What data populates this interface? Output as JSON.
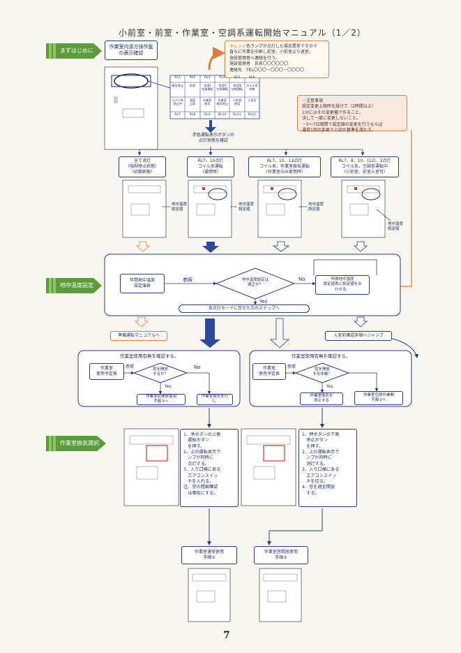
{
  "title": "小前室・前室・作業室・空調系運転開始マニュアル（1／2）",
  "tags": {
    "intro": "まずはじめに",
    "temp": "地中温度設定",
    "fan": "作業室換気選択"
  },
  "intro": {
    "check_box": "作業室内遠方操作盤\nの表示確認",
    "note": {
      "line1_orange": "オレンジ",
      "line1_rest": "色ランプが点灯した場合異常ですので",
      "line2": "直ちに作業を中断し前室、小前室より退室。",
      "line3": "施設管理者へ連絡を行う。",
      "line4": "施設管理者　氏名〇〇〇〇〇〇",
      "line5": "連絡先　TEL〇〇〇－〇〇〇－〇〇〇〇"
    },
    "panel_cells_top": [
      "RL1",
      "RL2",
      "RL3",
      "RL4",
      "RL5",
      "RL6"
    ],
    "panel_cells_mid1": [
      "換気停止",
      "前室",
      "前室Ⅰ\n空調運転",
      "前室Ⅱ\n空調運転",
      "前室Ⅲ\n空調運転",
      "コイル系\n作動"
    ],
    "panel_cells_mid2": [
      "コイル系\n停止中",
      "温度\n上昇",
      "作業室\n換気",
      "作業室\n換気停止",
      "小前室\n使用",
      "人室可"
    ],
    "panel_cells_bot": [
      "RL7",
      "RL8",
      "RL9",
      "RL10",
      "RL11",
      "RL12"
    ],
    "confirm_text": "赤色運転表示ボタンの\n点灯状態を確認",
    "confirm_red": "赤色"
  },
  "caution": {
    "line1": "・注意事項",
    "line2": "設定変更上限時を設けて（2時間以上）",
    "line3": "1分にはその変更幅で作ること。",
    "line4": "決して一度に変更しないこと。",
    "line5": "・5～7日期間で設定値の変更を行うならば",
    "line6": "通常1回の変更で上記の基準を満たす。"
  },
  "states": [
    "全て消灯\n（強制停止状態）\n（初期状態）",
    "RL7、10点灯\nコイル系運転\n（通常時）",
    "RL7、10、12点灯\nコイル系、作業室換気運転\n（作業室のみ使用時）",
    "RL7、8、10、(12)、3点灯\nコイル系、空調系運転中\n（小前室、前室入室可）"
  ],
  "ground_temp_label": "地中温度\n設定値",
  "temp_flow": {
    "left_box": "年間地中温度\n設定値表",
    "ref": "参照",
    "diamond": "地中温度設定は\n適正か？",
    "no": "No",
    "right_box": "年間地中温度\n設定値表に設定値を合\nわせる。",
    "yes": "Yes",
    "next": "各点灯モードに合せた次のステップへ"
  },
  "jumps": {
    "left": "準備運転マニュアルへ",
    "right": "入室前確認手順へジャンプ"
  },
  "left_flow": {
    "header": "作業室使用有無を確認する。",
    "schedule": "作業室\n使用予定表",
    "ref": "参照",
    "diamond": "窓を開放\nするか？",
    "no": "No",
    "yes": "Yes",
    "box_a": "作業室窓開放使用\n手順③へ",
    "box_b": "作業室換気を行\nう。"
  },
  "right_flow": {
    "header": "作業室使用有無を確認する。",
    "schedule": "作業室\n使用予定表",
    "ref": "参照",
    "diamond": "窓を開放\nする作業？",
    "yes": "Yes",
    "box_a": "作業室換気を\n停止する",
    "box_b": "作業室空調作業開\n手順②へ"
  },
  "left_steps": "1．浄ボタンの上側\n　運転ボタン\n　を押す。\n2．上の運転表示ラ\n　ンプが同時に\n　点灯する。\n3．入り口横にある\n　エアコンスイッ\n　チを入れる。\n注．窓の閉鎖確認\n　は事前にする。",
  "right_steps": "1．押ボタンの下側\n　停止ボタン\n　を押す。\n2．上の運転表示ラ\n　ンプが同時に\n　消灯する。\n3．入り口横にある\n　エアコンスイッ\n　チを切る。\n4．窓を適宜開放\n　する。",
  "bottom": {
    "left": "作業室通常使用\n手順②",
    "right": "作業室窓開放使用\n手順③"
  },
  "page_number": "7",
  "colors": {
    "navy": "#2c3a74",
    "green": "#5b9b3a",
    "orange": "#e07b39",
    "blue_arrow": "#2c4a99"
  }
}
